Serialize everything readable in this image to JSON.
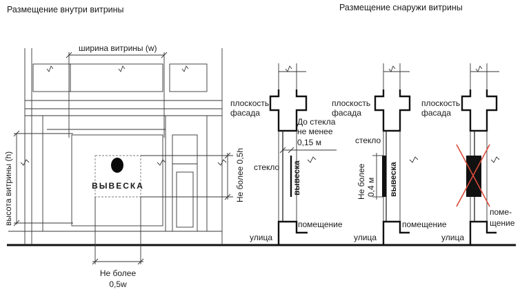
{
  "headings": {
    "inside": "Размещение внутри витрины",
    "outside": "Размещение снаружи витрины"
  },
  "inside": {
    "width_label": "ширина витрины (w)",
    "height_label": "высота витрины (h)",
    "sign_text": "ВЫВЕСКА",
    "max_height_label": "Не более 0,5h",
    "max_width_line1": "Не более",
    "max_width_line2": "0,5w"
  },
  "outside": {
    "panel1": {
      "facade_line1": "плоскость",
      "facade_line2": "фасада",
      "glass": "стекло",
      "sign": "вывеска",
      "distance_line1": "До стекла",
      "distance_line2": "не менее",
      "distance_line3": "0,15 м",
      "room": "помещение",
      "street": "улица"
    },
    "panel2": {
      "facade_line1": "плоскость",
      "facade_line2": "фасада",
      "glass": "стекло",
      "sign": "вывеска",
      "max_line1": "Не более",
      "max_line2": "0,4 м",
      "room": "помещение",
      "street": "улица"
    },
    "panel3": {
      "facade_line1": "плоскость",
      "facade_line2": "фасада",
      "room_line1": "поме-",
      "room_line2": "щение",
      "street": "улица",
      "cross_color": "#d94a3a"
    }
  }
}
